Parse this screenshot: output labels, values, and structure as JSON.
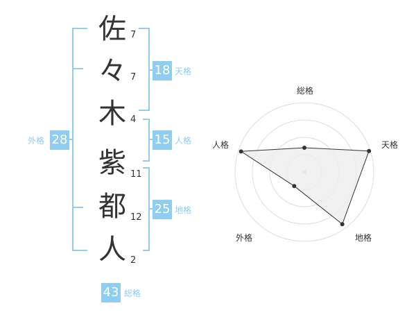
{
  "name": {
    "characters": [
      {
        "char": "佐",
        "strokes": "7"
      },
      {
        "char": "々",
        "strokes": "7"
      },
      {
        "char": "木",
        "strokes": "4"
      },
      {
        "char": "紫",
        "strokes": "11"
      },
      {
        "char": "都",
        "strokes": "12"
      },
      {
        "char": "人",
        "strokes": "2"
      }
    ]
  },
  "fortunes": {
    "tenkaku": {
      "value": "18",
      "label": "天格"
    },
    "jinkaku": {
      "value": "15",
      "label": "人格"
    },
    "chikaku": {
      "value": "25",
      "label": "地格"
    },
    "gaikaku": {
      "value": "28",
      "label": "外格"
    },
    "soukaku": {
      "value": "43",
      "label": "総格"
    }
  },
  "chart_data": {
    "type": "radar",
    "axes": [
      "総格",
      "天格",
      "地格",
      "外格",
      "人格"
    ],
    "values": [
      0.35,
      0.98,
      0.93,
      0.25,
      0.96
    ],
    "max": 1,
    "rings": 4,
    "grid": true
  },
  "colors": {
    "accent": "#8fcdf1",
    "text": "#333333",
    "grid": "#dddddd",
    "fill": "#eeeeee"
  }
}
